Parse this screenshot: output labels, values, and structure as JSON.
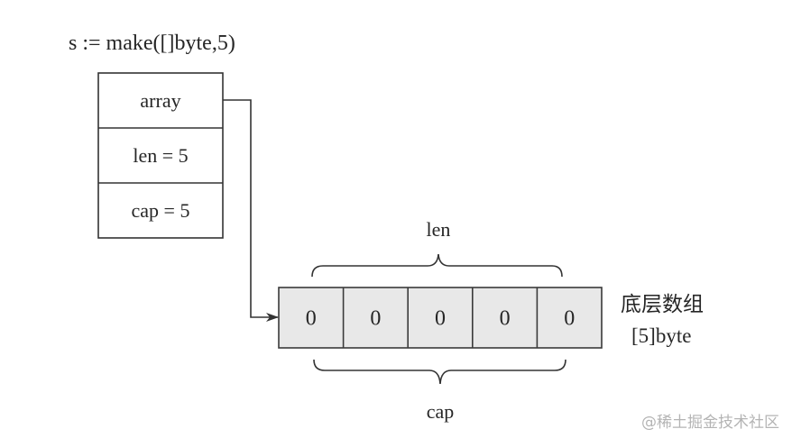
{
  "diagram": {
    "title_code": "s := make([]byte,5)",
    "slice_header": {
      "fields": [
        {
          "label": "array"
        },
        {
          "label": "len = 5"
        },
        {
          "label": "cap = 5"
        }
      ]
    },
    "underlying_array": {
      "cells": [
        "0",
        "0",
        "0",
        "0",
        "0"
      ],
      "caption": "底层数组",
      "type_label": "[5]byte",
      "fill_color": "#e8e8e8",
      "stroke_color": "#3a3a3a"
    },
    "len_brace": {
      "label": "len",
      "covers_cells": 5
    },
    "cap_brace": {
      "label": "cap",
      "covers_cells": 5
    },
    "pointer_arrow": {
      "from": "array",
      "to": "underlying_array"
    }
  },
  "watermark": "@稀土掘金技术社区"
}
